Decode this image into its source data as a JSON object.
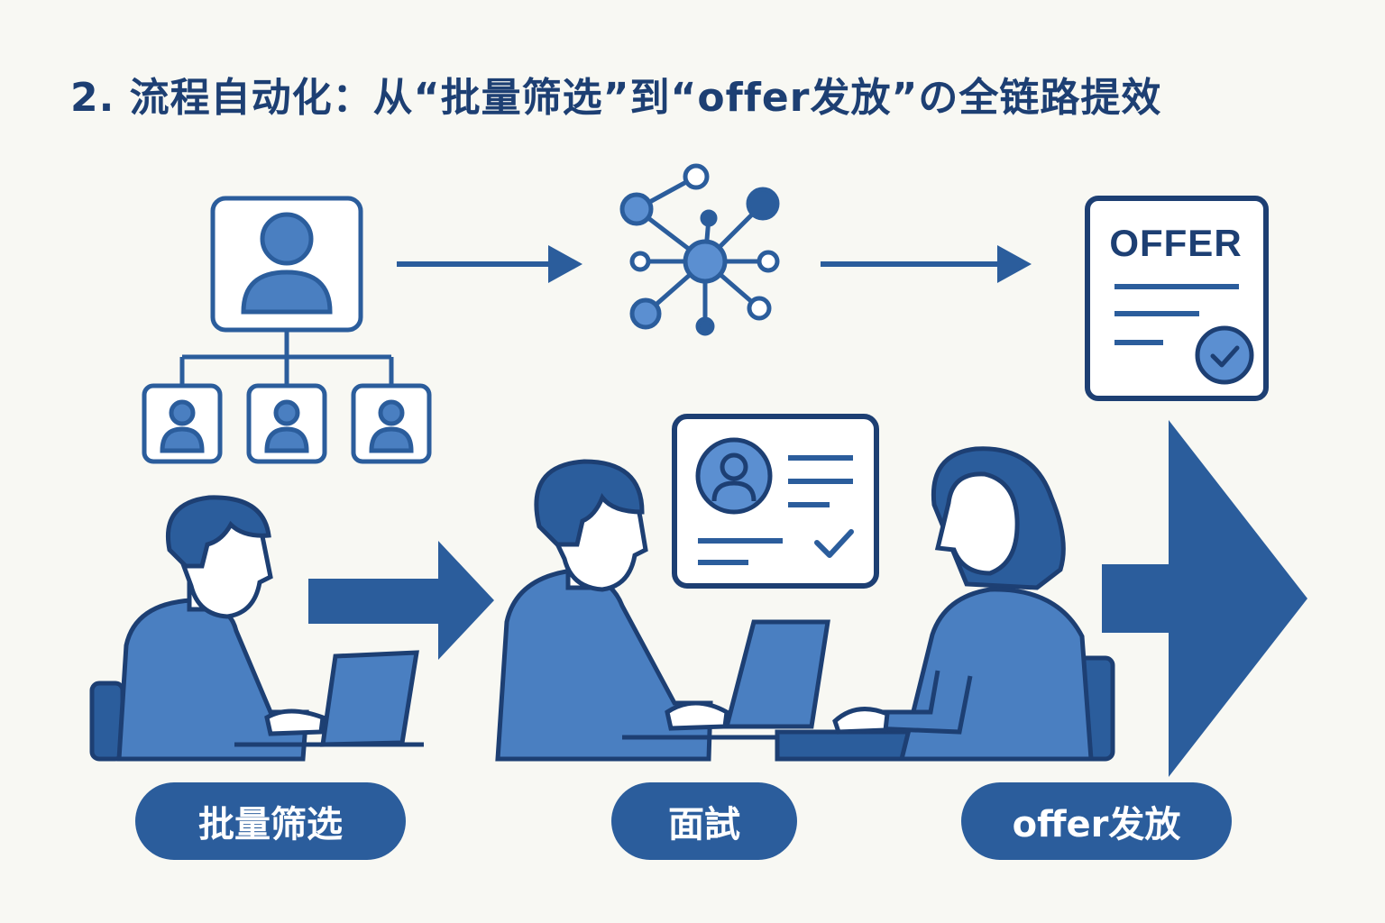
{
  "title": "2. 流程自动化：从“批量筛选”到“offer发放”の全链路提效",
  "offer_doc": {
    "heading": "OFFER"
  },
  "stages": [
    {
      "label": "批量筛选"
    },
    {
      "label": "面試"
    },
    {
      "label": "offer发放"
    }
  ],
  "colors": {
    "navy": "#1d3f73",
    "blue": "#2b5d9c",
    "mid_blue": "#4a7fc1",
    "light_blue": "#5b8fd1",
    "background": "#f8f8f3"
  },
  "icons": [
    "org-chart-icon",
    "network-hub-icon",
    "offer-document-icon",
    "check-badge-icon",
    "candidate-profile-card-icon",
    "arrow-right-icon"
  ]
}
